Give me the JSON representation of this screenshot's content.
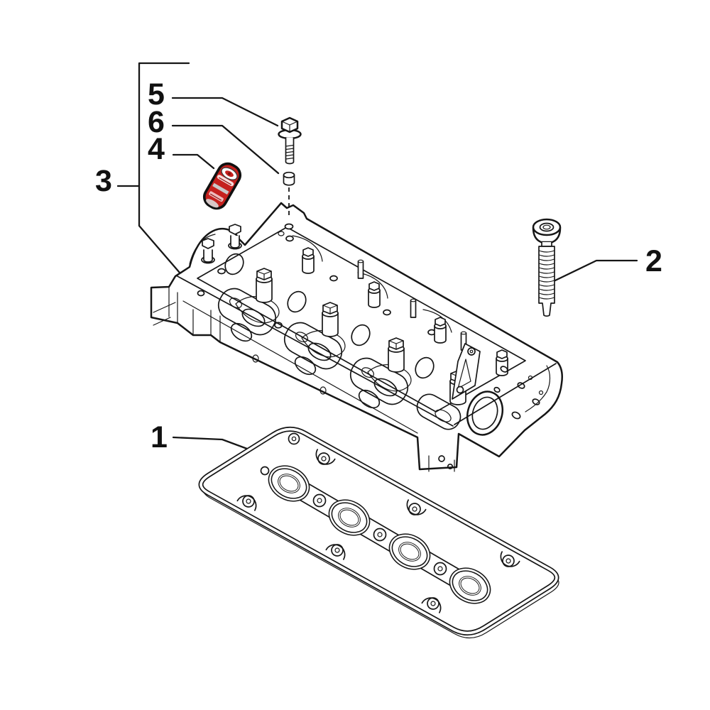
{
  "diagram": {
    "type": "exploded-parts-diagram",
    "background_color": "#ffffff",
    "line_color": "#161616",
    "highlight_color": "#c5211e",
    "callouts": [
      {
        "label": "1"
      },
      {
        "label": "2"
      },
      {
        "label": "3"
      },
      {
        "label": "4"
      },
      {
        "label": "5"
      },
      {
        "label": "6"
      }
    ]
  }
}
